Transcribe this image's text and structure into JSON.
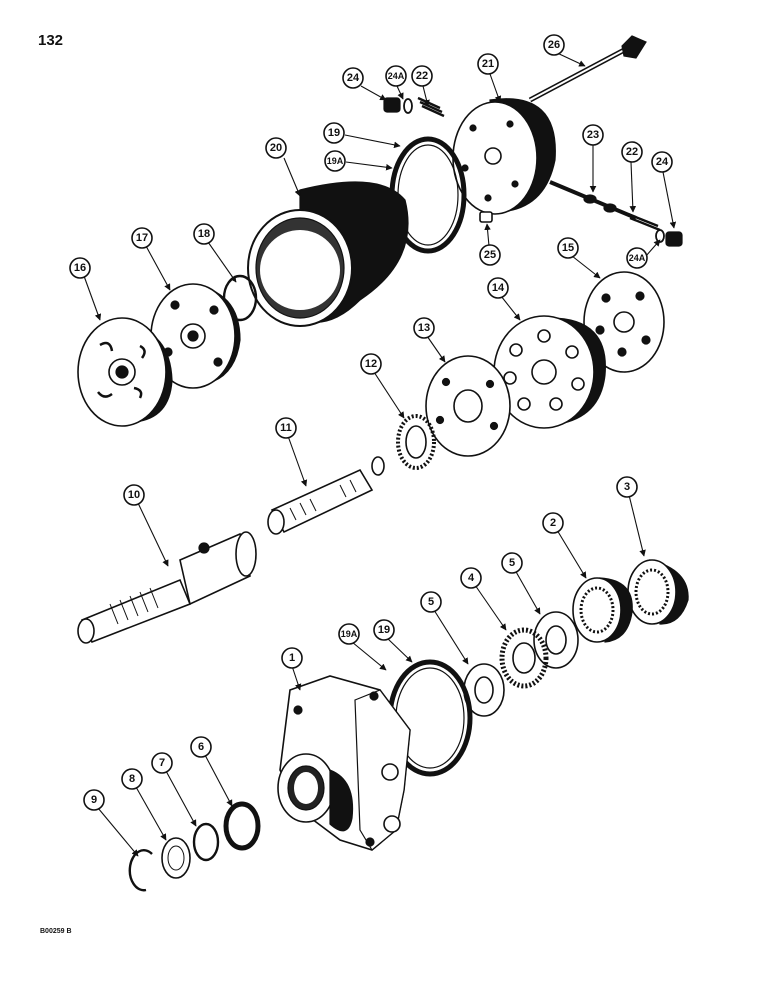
{
  "page_number": "132",
  "figure_code": "B00259 B",
  "callouts": [
    "1",
    "2",
    "3",
    "4",
    "5",
    "5",
    "6",
    "7",
    "8",
    "9",
    "10",
    "11",
    "12",
    "13",
    "14",
    "15",
    "16",
    "17",
    "18",
    "19",
    "19A",
    "19",
    "19A",
    "20",
    "21",
    "22",
    "22",
    "23",
    "24",
    "24A",
    "24",
    "24A",
    "25",
    "26"
  ]
}
